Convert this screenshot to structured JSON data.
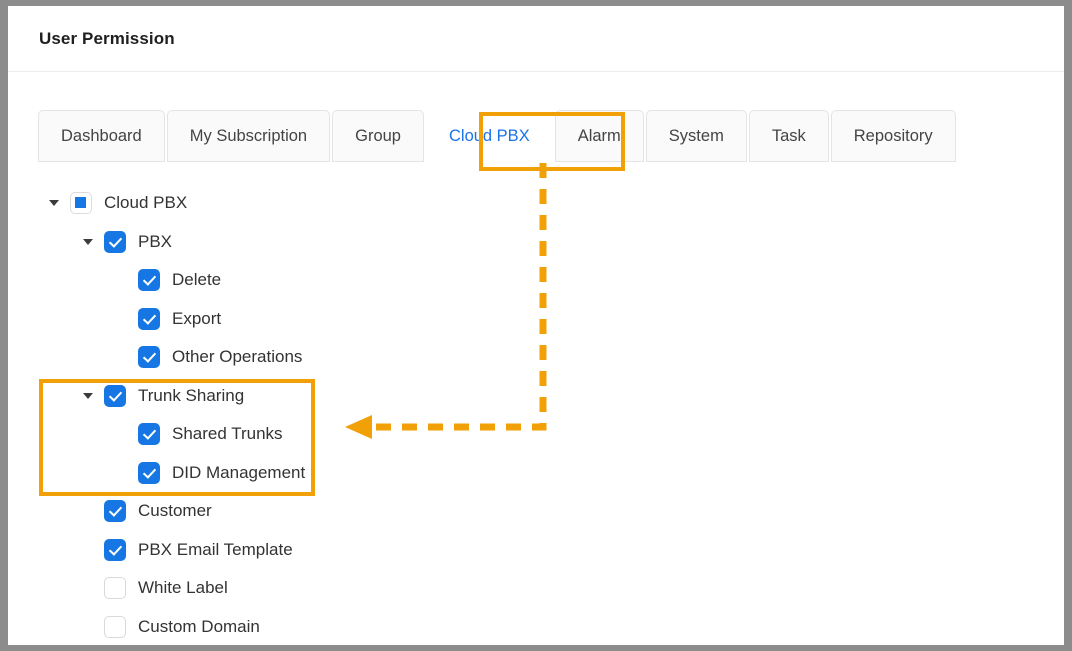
{
  "window": {
    "title": "User Permission"
  },
  "tabs": [
    {
      "label": "Dashboard",
      "active": false
    },
    {
      "label": "My Subscription",
      "active": false
    },
    {
      "label": "Group",
      "active": false
    },
    {
      "label": "Cloud PBX",
      "active": true
    },
    {
      "label": "Alarm",
      "active": false
    },
    {
      "label": "System",
      "active": false
    },
    {
      "label": "Task",
      "active": false
    },
    {
      "label": "Repository",
      "active": false
    }
  ],
  "tree": {
    "nodes": [
      {
        "label": "Cloud PBX",
        "level": 0,
        "state": "indeterminate",
        "caret": "down"
      },
      {
        "label": "PBX",
        "level": 1,
        "state": "checked",
        "caret": "down"
      },
      {
        "label": "Delete",
        "level": 2,
        "state": "checked",
        "caret": "none"
      },
      {
        "label": "Export",
        "level": 2,
        "state": "checked",
        "caret": "none"
      },
      {
        "label": "Other Operations",
        "level": 2,
        "state": "checked",
        "caret": "none"
      },
      {
        "label": "Trunk Sharing",
        "level": 1,
        "state": "checked",
        "caret": "down"
      },
      {
        "label": "Shared Trunks",
        "level": 2,
        "state": "checked",
        "caret": "none"
      },
      {
        "label": "DID Management",
        "level": 2,
        "state": "checked",
        "caret": "none"
      },
      {
        "label": "Customer",
        "level": 1,
        "state": "checked",
        "caret": "none"
      },
      {
        "label": "PBX Email Template",
        "level": 1,
        "state": "checked",
        "caret": "none"
      },
      {
        "label": "White Label",
        "level": 1,
        "state": "unchecked",
        "caret": "none"
      },
      {
        "label": "Custom Domain",
        "level": 1,
        "state": "unchecked",
        "caret": "none"
      }
    ]
  },
  "annotation": {
    "color": "#f2a007",
    "highlighted_tab": "Cloud PBX",
    "highlighted_nodes": [
      "Trunk Sharing",
      "Shared Trunks",
      "DID Management"
    ],
    "arrow_direction": "left"
  },
  "colors": {
    "accent": "#1a73e8",
    "checkbox": "#1677e4",
    "annotation": "#f2a007",
    "page_background": "#8c8c8c"
  }
}
